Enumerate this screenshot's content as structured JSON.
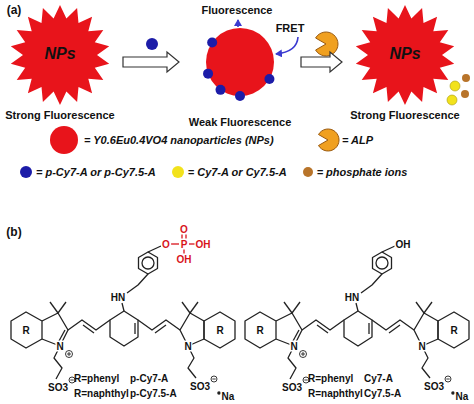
{
  "diagram": {
    "nodes": [
      {
        "text": [
          "NPs",
          "Strong Fluorescence"
        ]
      },
      {
        "text": [
          "Weak Fluorescence"
        ]
      },
      {
        "text": [
          "NPs",
          "Strong Fluorescence"
        ]
      }
    ],
    "edges": [
      {
        "from": 0,
        "to": 1,
        "arrow": "to"
      },
      {
        "from": 1,
        "to": 2,
        "arrow": "to"
      }
    ],
    "labels": [
      "(a)",
      "Fluorescence",
      "FRET",
      "(b)",
      "O",
      "O",
      "P",
      "OH",
      "OH",
      "HN",
      "R",
      "N",
      "R",
      "N",
      "SO3",
      "SO3",
      "Na",
      "R=phenyl",
      "p-Cy7-A",
      "R=naphthyl",
      "p-Cy7.5-A",
      "OH",
      "HN",
      "R",
      "N",
      "R",
      "N",
      "SO3",
      "SO3",
      "Na",
      "R=phenyl",
      "Cy7-A",
      "R=naphthyl",
      "Cy7.5-A"
    ],
    "legend": [
      {
        "text": "= Y0.6Eu0.4VO4 nanoparticles (NPs)",
        "color": "#e8141b"
      },
      {
        "text": "= ALP"
      },
      {
        "text": "= p-Cy7-A or p-Cy7.5-A",
        "color": "#1c1ca8"
      },
      {
        "text": "= Cy7-A or Cy7.5-A",
        "color": "#f2e21c"
      },
      {
        "text": "= phosphate ions",
        "color": "#b8742a"
      }
    ]
  }
}
